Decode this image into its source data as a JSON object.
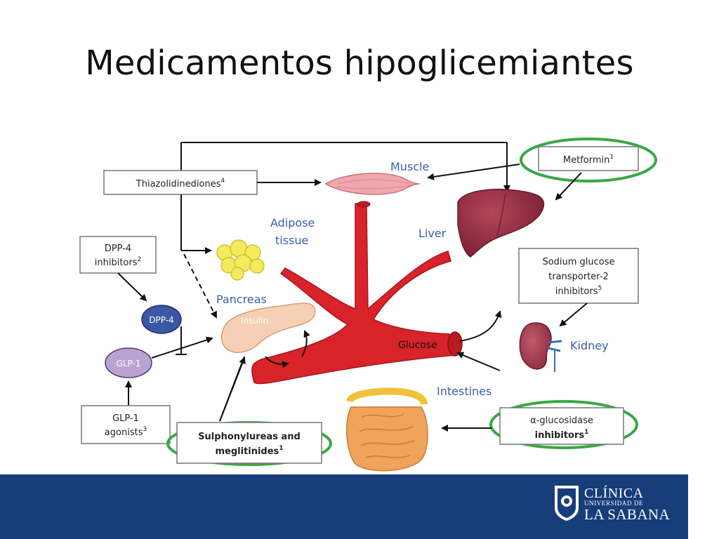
{
  "title": "Medicamentos hipoglicemiantes",
  "drugs": {
    "thiazolidinediones": "Thiazolidinediones",
    "thiazolidinediones_sup": "4",
    "metformin": "Metformin",
    "metformin_sup": "1",
    "dpp4_inhibitors_line1": "DPP-4",
    "dpp4_inhibitors_line2": "inhibitors",
    "dpp4_inhibitors_sup": "2",
    "sglt2_line1": "Sodium glucose",
    "sglt2_line2": "transporter-2",
    "sglt2_line3": "inhibitors",
    "sglt2_sup": "5",
    "glp1_agonists_line1": "GLP-1",
    "glp1_agonists_line2": "agonists",
    "glp1_agonists_sup": "3",
    "sulphonylureas_line1": "Sulphonylureas and",
    "sulphonylureas_line2": "meglitinides",
    "sulphonylureas_sup": "1",
    "alpha_glucosidase_line1": "α-glucosidase",
    "alpha_glucosidase_line2": "inhibitors",
    "alpha_glucosidase_sup": "1"
  },
  "organs": {
    "muscle": "Muscle",
    "adipose_line1": "Adipose",
    "adipose_line2": "tissue",
    "liver": "Liver",
    "pancreas": "Pancreas",
    "insulin": "Insulin",
    "kidney": "Kidney",
    "intestines": "Intestines",
    "glucose": "Glucose"
  },
  "nodes": {
    "dpp4": "DPP-4",
    "glp1": "GLP-1"
  },
  "logo": {
    "line1": "CLÍNICA",
    "line2": "UNIVERSIDAD DE",
    "line3": "LA SABANA"
  },
  "colors": {
    "highlight_ring": "#3aa845",
    "vessel": "#d8232a",
    "footer": "#173d7a",
    "organ_label": "#3a5ea8"
  }
}
